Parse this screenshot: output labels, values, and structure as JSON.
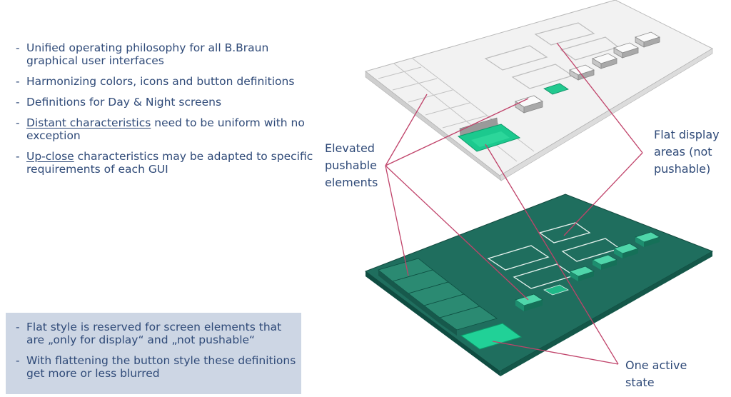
{
  "bullets": [
    {
      "underlined": "",
      "text": "Unified operating philosophy for all B.Braun graphical user interfaces"
    },
    {
      "underlined": "",
      "text": "Harmonizing colors, icons and button definitions"
    },
    {
      "underlined": "",
      "text": "Definitions for Day & Night screens"
    },
    {
      "underlined": "Distant characteristics",
      "text": " need to be uniform with no exception"
    },
    {
      "underlined": "Up-close",
      "text": " characteristics may be adapted to specific requirements of each GUI"
    }
  ],
  "note_box": [
    "Flat style is reserved for screen elements that are „only for display“ and „not pushable“",
    "With flattening the button style these definitions get more or less blurred"
  ],
  "labels": {
    "elevated": "Elevated pushable elements",
    "flat": "Flat display areas (not pushable)",
    "active": "One active state"
  },
  "colors": {
    "text": "#2f4a78",
    "note_box_bg": "#cdd6e4",
    "day_panel": "#f1f1f1",
    "night_panel": "#1e6b5c",
    "accent_green": "#1ec98e",
    "leader_line": "#c0436a"
  }
}
